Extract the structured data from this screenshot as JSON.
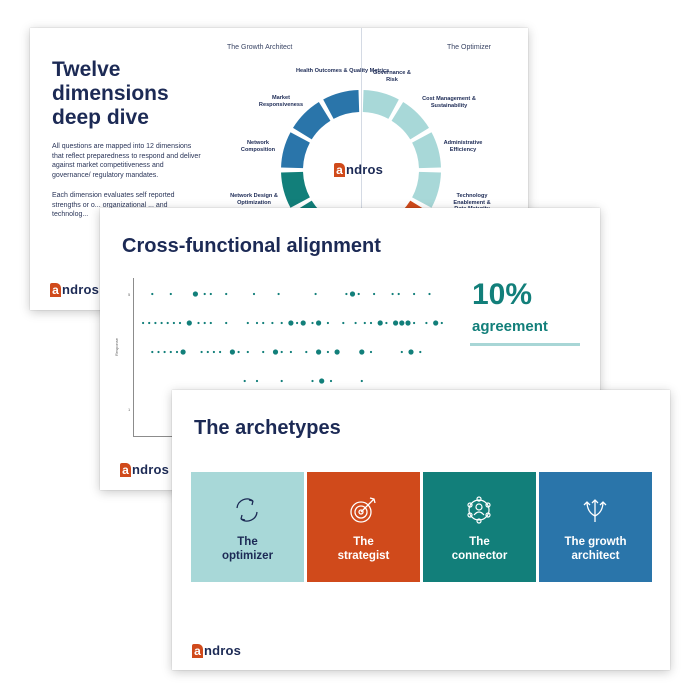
{
  "brand": {
    "logo_letter": "a",
    "logo_rest": "ndros",
    "colors": {
      "navy": "#1c2a55",
      "orange": "#d04a1b",
      "teal": "#127f7a",
      "light_teal": "#a8d8d8",
      "blue": "#2a75aa"
    }
  },
  "slide1": {
    "title": "Twelve dimensions deep dive",
    "para1": "All questions are mapped into 12 dimensions that reflect preparedness to respond and deliver against market competitiveness and governance/ regulatory mandates.",
    "para2": "Each dimension evaluates self reported strengths or o... organizational ... and technolog...",
    "left_column": "The Growth Architect",
    "right_column": "The Optimizer",
    "dimensions": [
      "Health Outcomes & Quality Metrics",
      "Market Responsiveness",
      "Network Composition",
      "Network Design & Optimization",
      "Governance & Risk",
      "Cost Management & Sustainability",
      "Administrative Efficiency",
      "Technology Enablement & Data Maturity"
    ],
    "wheel_center_letter": "a",
    "wheel_center_rest": "ndros"
  },
  "slide2": {
    "title": "Cross-functional alignment",
    "y_axis_label": "Response",
    "y_ticks": [
      "5",
      "1"
    ],
    "stat_value": "10%",
    "stat_label": "agreement",
    "chart_data": {
      "type": "scatter",
      "title": "",
      "xlabel": "",
      "ylabel": "Response",
      "rows": [
        {
          "y": 5,
          "x": [
            0.04,
            0.1,
            0.18,
            0.21,
            0.23,
            0.28,
            0.37,
            0.45,
            0.57,
            0.67,
            0.69,
            0.71,
            0.76,
            0.82,
            0.84,
            0.89,
            0.94
          ],
          "big": [
            0.18,
            0.69
          ]
        },
        {
          "y": 4,
          "x": [
            0.01,
            0.03,
            0.05,
            0.07,
            0.09,
            0.11,
            0.13,
            0.16,
            0.19,
            0.21,
            0.23,
            0.28,
            0.35,
            0.38,
            0.4,
            0.43,
            0.46,
            0.49,
            0.51,
            0.53,
            0.56,
            0.58,
            0.61,
            0.66,
            0.7,
            0.73,
            0.75,
            0.78,
            0.8,
            0.83,
            0.85,
            0.87,
            0.89,
            0.93,
            0.96,
            0.98
          ],
          "big": [
            0.16,
            0.49,
            0.53,
            0.58,
            0.78,
            0.83,
            0.85,
            0.87,
            0.96
          ]
        },
        {
          "y": 3,
          "x": [
            0.04,
            0.06,
            0.08,
            0.1,
            0.12,
            0.14,
            0.2,
            0.22,
            0.24,
            0.26,
            0.3,
            0.32,
            0.35,
            0.4,
            0.44,
            0.46,
            0.49,
            0.54,
            0.58,
            0.61,
            0.64,
            0.72,
            0.75,
            0.85,
            0.88,
            0.91
          ],
          "big": [
            0.14,
            0.3,
            0.44,
            0.58,
            0.64,
            0.72,
            0.88
          ]
        },
        {
          "y": 2,
          "x": [
            0.34,
            0.38,
            0.46,
            0.56,
            0.59,
            0.62,
            0.72
          ],
          "big": [
            0.59
          ]
        }
      ]
    }
  },
  "slide3": {
    "title": "The archetypes",
    "cards": [
      {
        "label_line1": "The",
        "label_line2": "optimizer",
        "icon": "cycle-arrows-icon",
        "bg": "#a8d8d8",
        "fg": "#1c2a55"
      },
      {
        "label_line1": "The",
        "label_line2": "strategist",
        "icon": "target-arrow-icon",
        "bg": "#d04a1b",
        "fg": "#ffffff"
      },
      {
        "label_line1": "The",
        "label_line2": "connector",
        "icon": "network-people-icon",
        "bg": "#127f7a",
        "fg": "#ffffff"
      },
      {
        "label_line1": "The growth",
        "label_line2": "architect",
        "icon": "diverging-arrows-icon",
        "bg": "#2a75aa",
        "fg": "#ffffff"
      }
    ]
  }
}
